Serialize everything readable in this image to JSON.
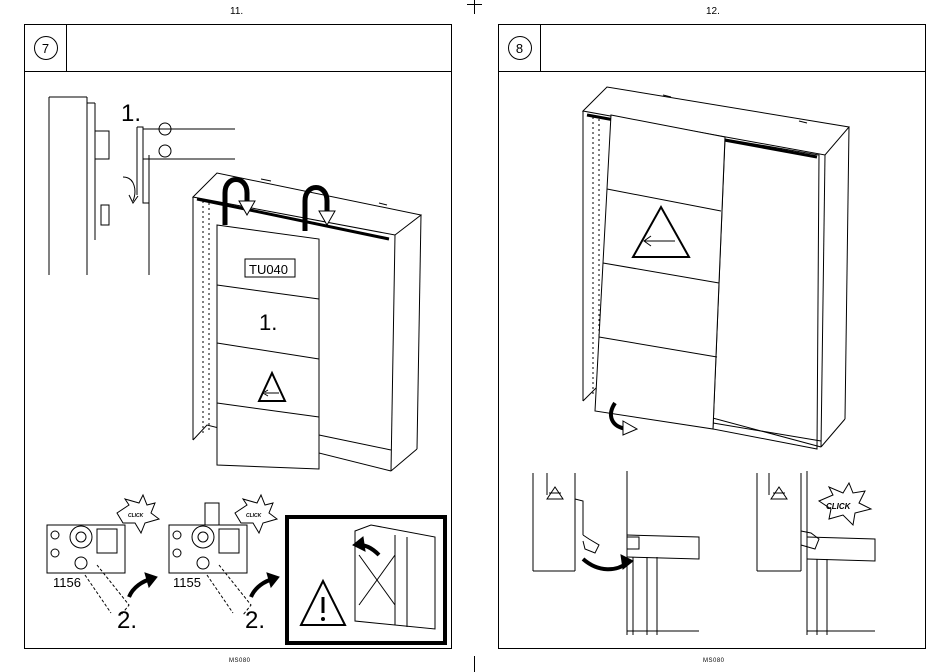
{
  "pages": [
    {
      "page_number": "11.",
      "step": "7",
      "labels": {
        "detail_step_1": "1.",
        "door_code": "TU040",
        "door_step_1": "1.",
        "part_a": "1156",
        "part_b": "1155",
        "step_2_a": "2.",
        "step_2_b": "2.",
        "click_a": "CLICK",
        "click_b": "CLICK"
      },
      "footer": "MS080"
    },
    {
      "page_number": "12.",
      "step": "8",
      "labels": {
        "click": "CLICK"
      },
      "footer": "MS080"
    }
  ]
}
